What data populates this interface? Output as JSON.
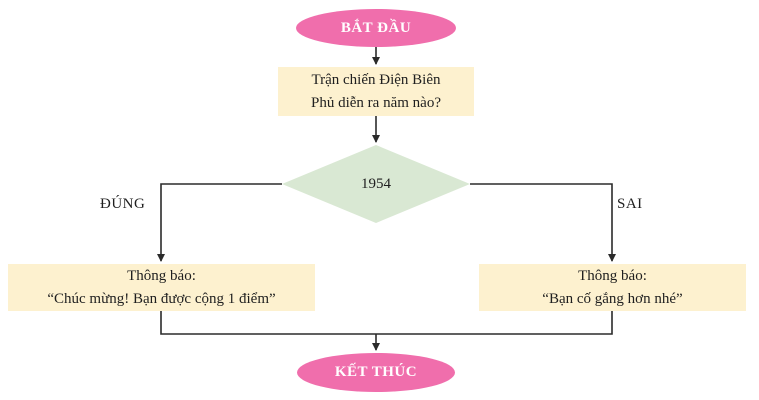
{
  "flowchart": {
    "start": {
      "label": "BẮT ĐẦU"
    },
    "question": {
      "line1": "Trận chiến Điện Biên",
      "line2": "Phủ diễn ra năm nào?"
    },
    "decision": {
      "label": "1954"
    },
    "branch_true": {
      "label": "ĐÚNG"
    },
    "branch_false": {
      "label": "SAI"
    },
    "result_true": {
      "line1": "Thông báo:",
      "line2": "“Chúc mừng! Bạn được cộng 1 điểm”"
    },
    "result_false": {
      "line1": "Thông báo:",
      "line2": "“Bạn cố gắng hơn nhé”"
    },
    "end": {
      "label": "KẾT THÚC"
    },
    "colors": {
      "terminal_fill": "#f06eac",
      "process_fill": "#fdf1cf",
      "decision_fill": "#d9e8d3",
      "connector": "#2b2b2b",
      "text": "#1f1f1f",
      "terminal_text": "#ffffff"
    }
  }
}
